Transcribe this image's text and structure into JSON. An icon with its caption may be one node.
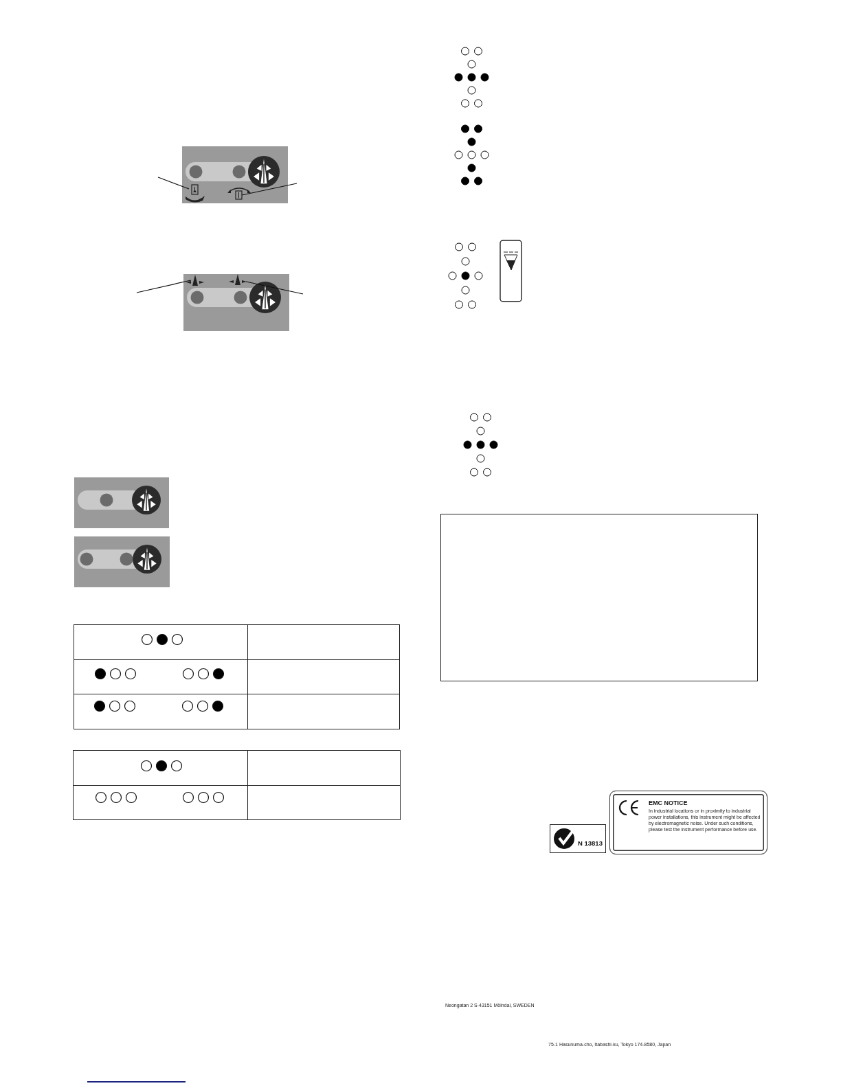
{
  "diagram": {
    "nodes": [
      {
        "text": [],
        "shape": "picture"
      },
      {
        "text": [],
        "shape": "picture"
      },
      {
        "text": [],
        "shape": "picture"
      },
      {
        "text": [],
        "shape": "picture"
      },
      {
        "text": [
          "EMC NOTICE",
          "In industrial locations or in proximity to industrial power installations, this instrument might be affected by electromagnetic noise. Under such conditions, please test the instrument performance before use."
        ]
      }
    ],
    "edges": [
      {
        "from": null,
        "to": 0,
        "arrow": "none"
      },
      {
        "from": null,
        "to": 1,
        "arrow": "none"
      },
      {
        "from": null,
        "to": 2,
        "arrow": "none"
      },
      {
        "from": null,
        "to": 3,
        "arrow": "none"
      }
    ],
    "labels": [
      "N 13813",
      "Neongatan 2 S-43151 Mölndal, SWEDEN",
      "75-1 Hasunuma-cho, Itabashi-ku, Tokyo 174-8580, Japan"
    ]
  }
}
